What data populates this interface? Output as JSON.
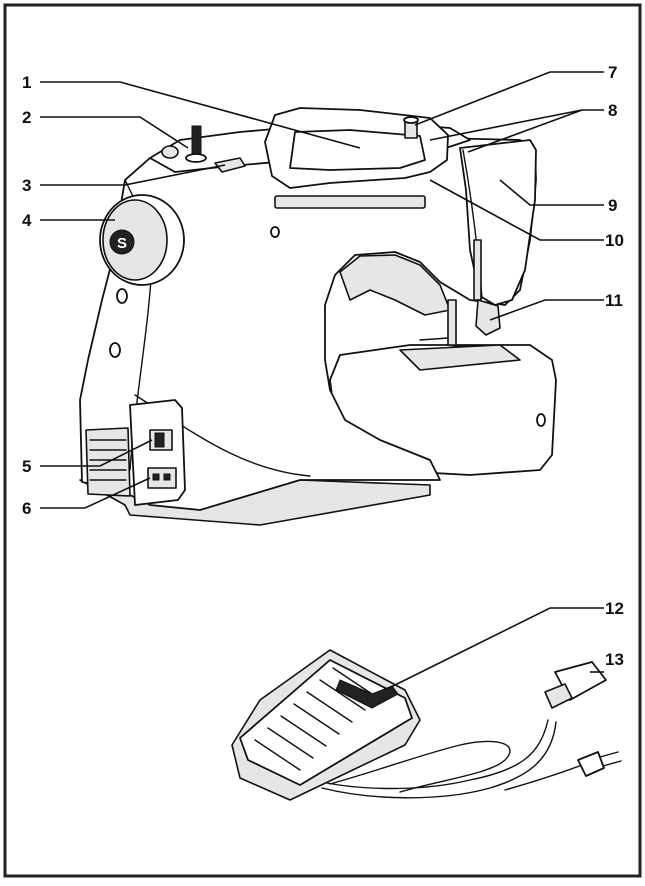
{
  "diagram": {
    "border_color": "#222222",
    "callouts": [
      {
        "id": "1",
        "label": "1"
      },
      {
        "id": "2",
        "label": "2"
      },
      {
        "id": "3",
        "label": "3"
      },
      {
        "id": "4",
        "label": "4"
      },
      {
        "id": "5",
        "label": "5"
      },
      {
        "id": "6",
        "label": "6"
      },
      {
        "id": "7",
        "label": "7"
      },
      {
        "id": "8",
        "label": "8"
      },
      {
        "id": "9",
        "label": "9"
      },
      {
        "id": "10",
        "label": "10"
      },
      {
        "id": "11",
        "label": "11"
      },
      {
        "id": "12",
        "label": "12"
      },
      {
        "id": "13",
        "label": "13"
      }
    ],
    "brand_mark": "S"
  }
}
